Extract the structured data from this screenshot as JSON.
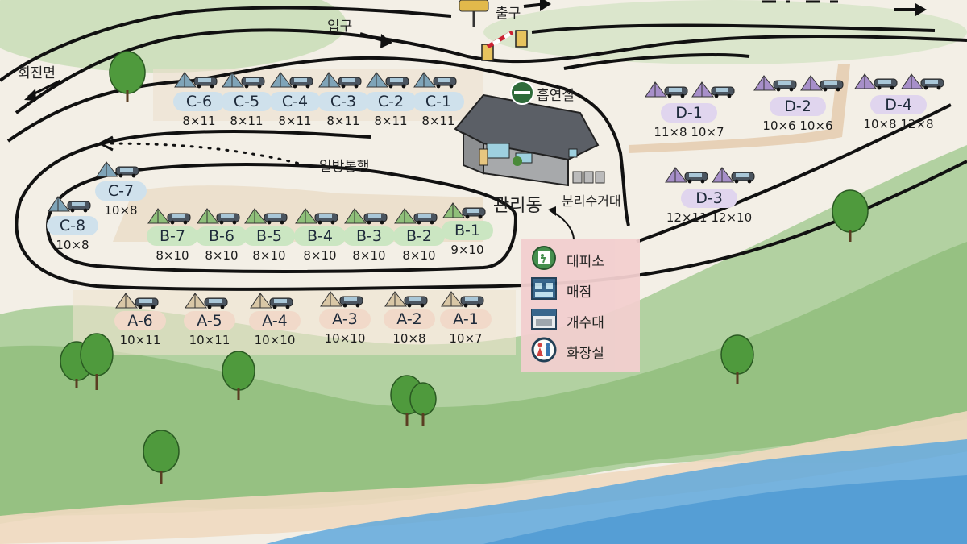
{
  "roads": {
    "entrance": "입구",
    "exit": "출구",
    "turnaround": "회진면",
    "one_way": "일방통행"
  },
  "buildings": {
    "office": "관리동",
    "smoking": "흡연실",
    "recycling": "분리수거대"
  },
  "zones": {
    "A": [
      {
        "name": "A-6",
        "size": "10×11"
      },
      {
        "name": "A-5",
        "size": "10×11"
      },
      {
        "name": "A-4",
        "size": "10×10"
      },
      {
        "name": "A-3",
        "size": "10×10"
      },
      {
        "name": "A-2",
        "size": "10×8"
      },
      {
        "name": "A-1",
        "size": "10×7"
      }
    ],
    "B": [
      {
        "name": "B-7",
        "size": "8×10"
      },
      {
        "name": "B-6",
        "size": "8×10"
      },
      {
        "name": "B-5",
        "size": "8×10"
      },
      {
        "name": "B-4",
        "size": "8×10"
      },
      {
        "name": "B-3",
        "size": "8×10"
      },
      {
        "name": "B-2",
        "size": "8×10"
      },
      {
        "name": "B-1",
        "size": "9×10"
      }
    ],
    "C": [
      {
        "name": "C-6",
        "size": "8×11"
      },
      {
        "name": "C-5",
        "size": "8×11"
      },
      {
        "name": "C-4",
        "size": "8×11"
      },
      {
        "name": "C-3",
        "size": "8×11"
      },
      {
        "name": "C-2",
        "size": "8×11"
      },
      {
        "name": "C-1",
        "size": "8×11"
      },
      {
        "name": "C-7",
        "size": "10×8"
      },
      {
        "name": "C-8",
        "size": "10×8"
      }
    ],
    "D": [
      {
        "name": "D-1",
        "size": "11×8  10×7"
      },
      {
        "name": "D-2",
        "size": "10×6  10×6"
      },
      {
        "name": "D-4",
        "size": "10×8  12×8"
      },
      {
        "name": "D-3",
        "size": "12×11  12×10"
      }
    ]
  },
  "legend": [
    {
      "icon": "shelter-icon",
      "label": "대피소"
    },
    {
      "icon": "store-icon",
      "label": "매점"
    },
    {
      "icon": "sink-icon",
      "label": "개수대"
    },
    {
      "icon": "restroom-icon",
      "label": "화장실"
    }
  ],
  "colors": {
    "zone_a": "#f1d9c9",
    "zone_b": "#cbe6c2",
    "zone_c": "#cfe1ec",
    "zone_d": "#e0d5ee",
    "water": "#5fa8dc",
    "grass": "#8fc07a",
    "road_line": "#111111",
    "legend_bg": "#f2cfcf"
  }
}
